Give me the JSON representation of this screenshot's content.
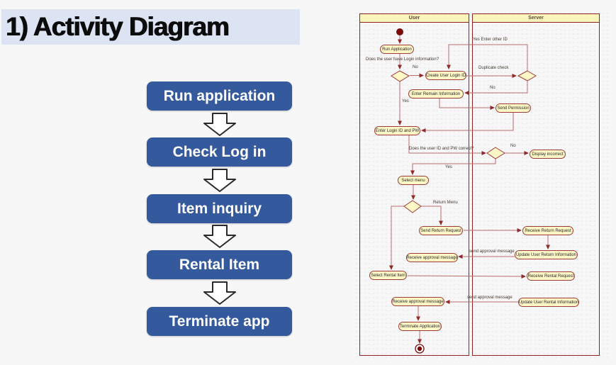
{
  "title": "1) Activity Diagram",
  "overview_flow": {
    "steps": [
      "Run application",
      "Check Log in",
      "Item inquiry",
      "Rental Item",
      "Terminate app"
    ]
  },
  "activity_diagram": {
    "lanes": [
      "User",
      "Server"
    ],
    "action_nodes": [
      "Run Application",
      "Create User Login ID",
      "Enter Remain Information",
      "Send Permission",
      "Enter Login ID and PW",
      "Display incorrect",
      "Select menu",
      "Send Return Request",
      "Receive Return Request",
      "Update User Return Information",
      "Receive approval message",
      "Select Rental Item",
      "Receive Rental Request",
      "Receive approval message",
      "Update User Rental Information",
      "Terminate Application"
    ],
    "edge_labels": [
      "Does the user have Login information?",
      "No",
      "Yes Enter other ID",
      "Duplicate check",
      "No",
      "Yes",
      "Does the user ID and PW correct?",
      "No",
      "Yes",
      "Return Menu",
      "send approval message",
      "send approval message"
    ],
    "control_nodes": {
      "initial_nodes": 1,
      "final_nodes": 1,
      "decision_diamonds": 4
    }
  },
  "colors": {
    "accent_blue": "#35599d",
    "title_highlight": "#dce3f2",
    "node_fill": "#fdf8c5",
    "node_border": "#a03a3a",
    "lane_border": "#8e2222",
    "lane_header_fill": "#fbf6bc",
    "arrow_line": "#ba6c6c",
    "arrow_head": "#8f2a2a",
    "start_end": "#7a0c0c"
  }
}
